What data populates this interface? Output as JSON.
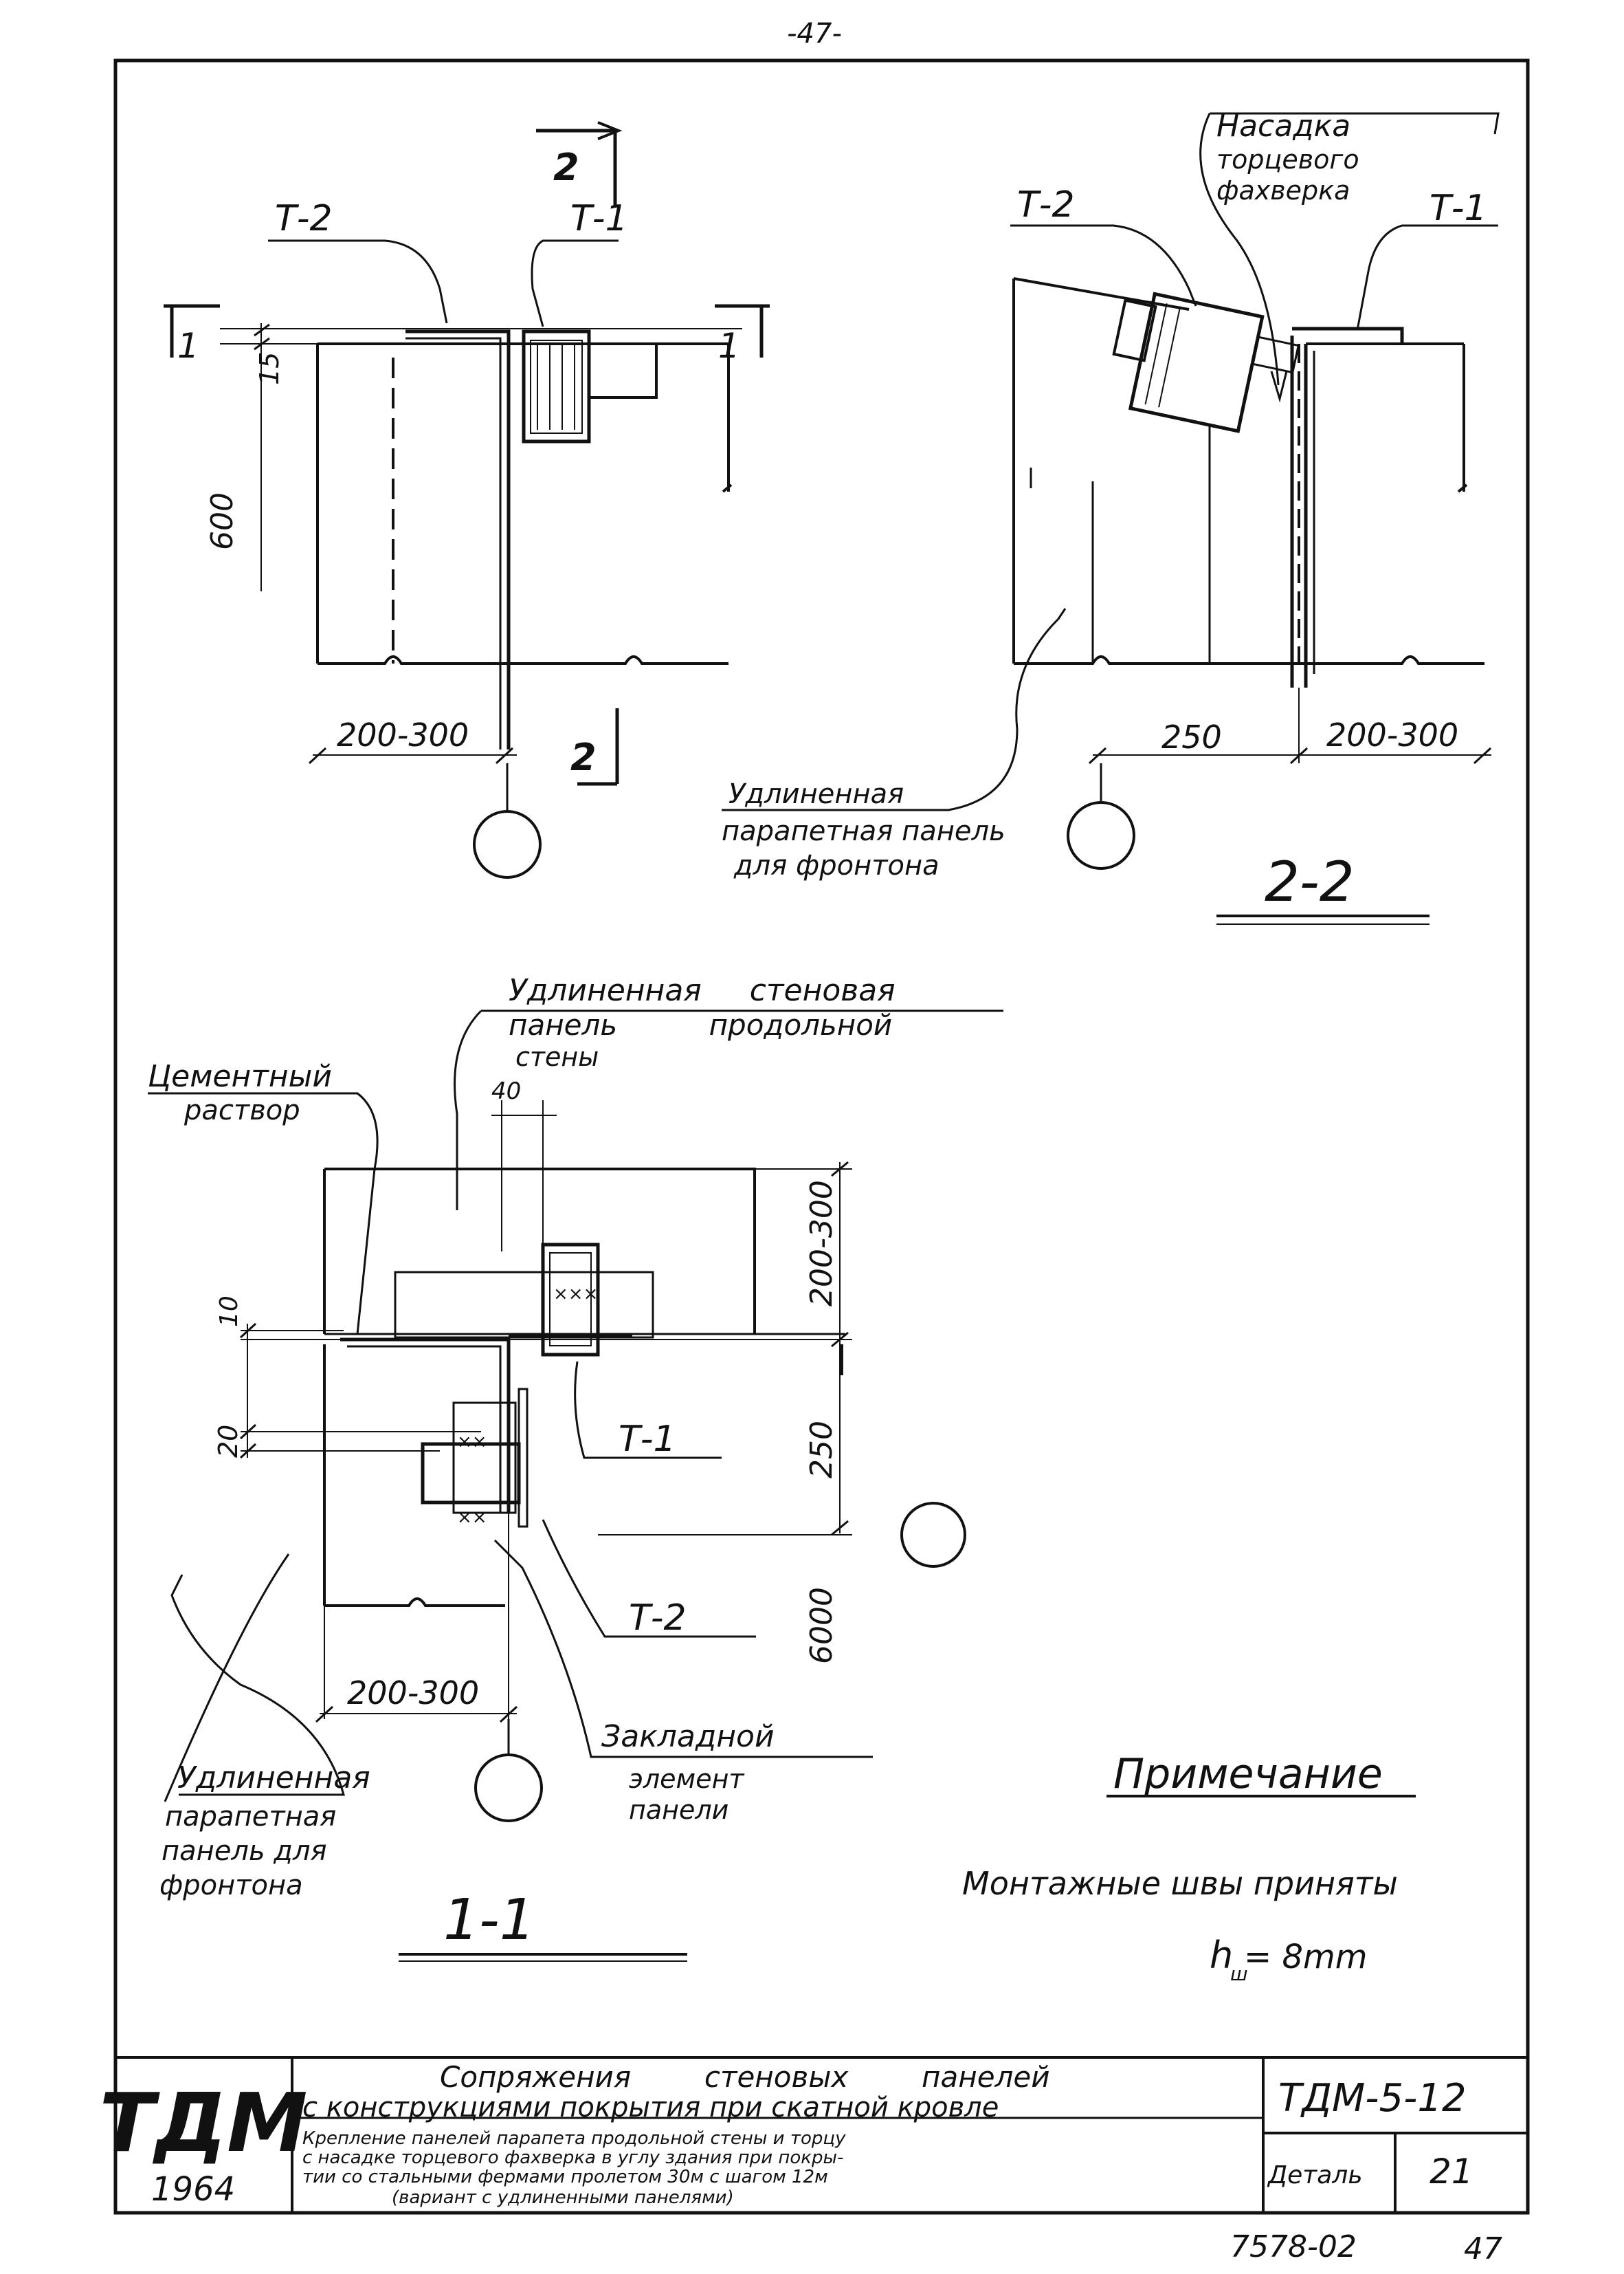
{
  "page_number_top": "-47-",
  "view_top_left": {
    "cut_label_top": "2",
    "cut_label_bottom": "2",
    "cut_label_left": "1",
    "cut_label_right": "1",
    "t2": "Т-2",
    "t1": "Т-1",
    "dim_15": "15",
    "dim_600": "600",
    "dim_200_300": "200-300"
  },
  "view_top_right": {
    "nasadka_line1": "Насадка",
    "nasadka_line2": "торцевого",
    "nasadka_line3": "фахверка",
    "t2": "Т-2",
    "t1": "Т-1",
    "dim_250": "250",
    "dim_200_300": "200-300",
    "panel_line1": "Удлиненная",
    "panel_line2": "парапетная панель",
    "panel_line3": "для фронтона",
    "section_title": "2-2"
  },
  "view_bottom": {
    "wall_panel_line1": "Удлиненная     стеновая",
    "wall_panel_line2": "панель          продольной",
    "wall_panel_line3": "стены",
    "mortar_line1": "Цементный",
    "mortar_line2": "раствор",
    "dim_40": "40",
    "dim_200_300_v": "200-300",
    "dim_10": "10",
    "dim_20": "20",
    "dim_250": "250",
    "dim_6000": "6000",
    "dim_200_300_h": "200-300",
    "t1": "Т-1",
    "t2": "Т-2",
    "embed_line1": "Закладной",
    "embed_line2": "элемент",
    "embed_line3": "панели",
    "parapet_line1": "Удлиненная",
    "parapet_line2": "парапетная",
    "parapet_line3": "панель для",
    "parapet_line4": "фронтона",
    "section_title": "1-1"
  },
  "note": {
    "title": "Примечание",
    "text": "Монтажные швы приняты",
    "formula_main": "h",
    "formula_sub": "ш",
    "formula_value": "= 8mm"
  },
  "title_block": {
    "logo": "ТДМ",
    "year": "1964",
    "title_line1": "Сопряжения        стеновых        панелей",
    "title_line2": "с конструкциями покрытия при скатной кровле",
    "sub_line1": "Крепление панелей парапета продольной стены и торцу",
    "sub_line2": "с насадке торцевого фахверка в углу здания при покры-",
    "sub_line3": "тии со стальными фермами пролетом 30м с шагом 12м",
    "sub_line4": "(вариант с удлиненными панелями)",
    "code": "ТДМ-5-12",
    "detail_label": "Деталь",
    "detail_number": "21"
  },
  "footer": {
    "archive_number": "7578-02",
    "page": "47"
  }
}
